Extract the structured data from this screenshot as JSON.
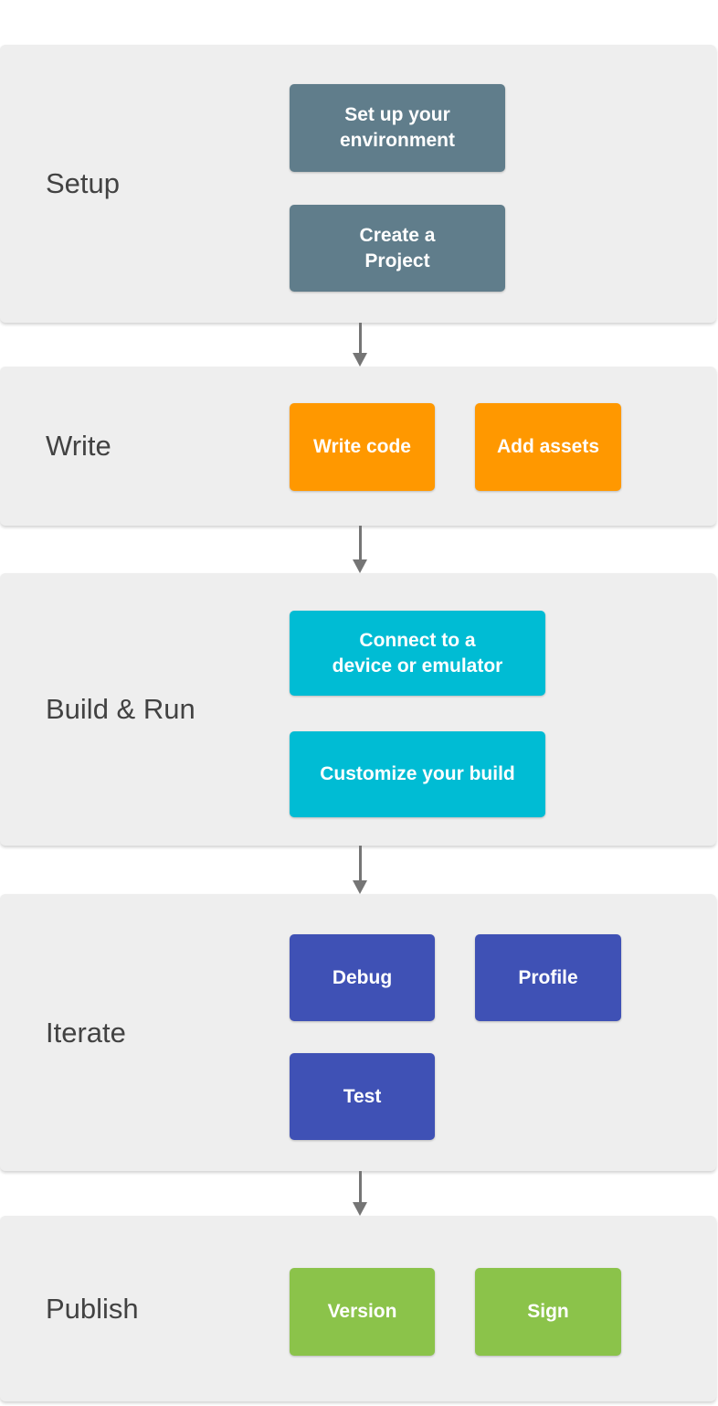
{
  "diagram": {
    "type": "flowchart",
    "direction": "top-to-bottom"
  },
  "sections": [
    {
      "label": "Setup",
      "color_name": "blue-gray",
      "color": "#607D8B",
      "buttons": [
        {
          "label": "Set up your\nenvironment"
        },
        {
          "label": "Create a\nProject"
        }
      ]
    },
    {
      "label": "Write",
      "color_name": "orange",
      "color": "#FF9800",
      "buttons": [
        {
          "label": "Write code"
        },
        {
          "label": "Add assets"
        }
      ]
    },
    {
      "label": "Build & Run",
      "color_name": "cyan",
      "color": "#00BCD4",
      "buttons": [
        {
          "label": "Connect to a\ndevice or emulator"
        },
        {
          "label": "Customize your build"
        }
      ]
    },
    {
      "label": "Iterate",
      "color_name": "indigo",
      "color": "#3F51B5",
      "buttons": [
        {
          "label": "Debug"
        },
        {
          "label": "Profile"
        },
        {
          "label": "Test"
        }
      ]
    },
    {
      "label": "Publish",
      "color_name": "green",
      "color": "#8BC34A",
      "buttons": [
        {
          "label": "Version"
        },
        {
          "label": "Sign"
        }
      ]
    }
  ],
  "icons": [
    {
      "name": "arrow-down-icon",
      "count": 4
    }
  ],
  "colors": {
    "band_background": "#EEEEEE",
    "page_background": "#FFFFFF",
    "label_text": "#424242",
    "button_text": "#FFFFFF",
    "arrow": "#757575"
  }
}
